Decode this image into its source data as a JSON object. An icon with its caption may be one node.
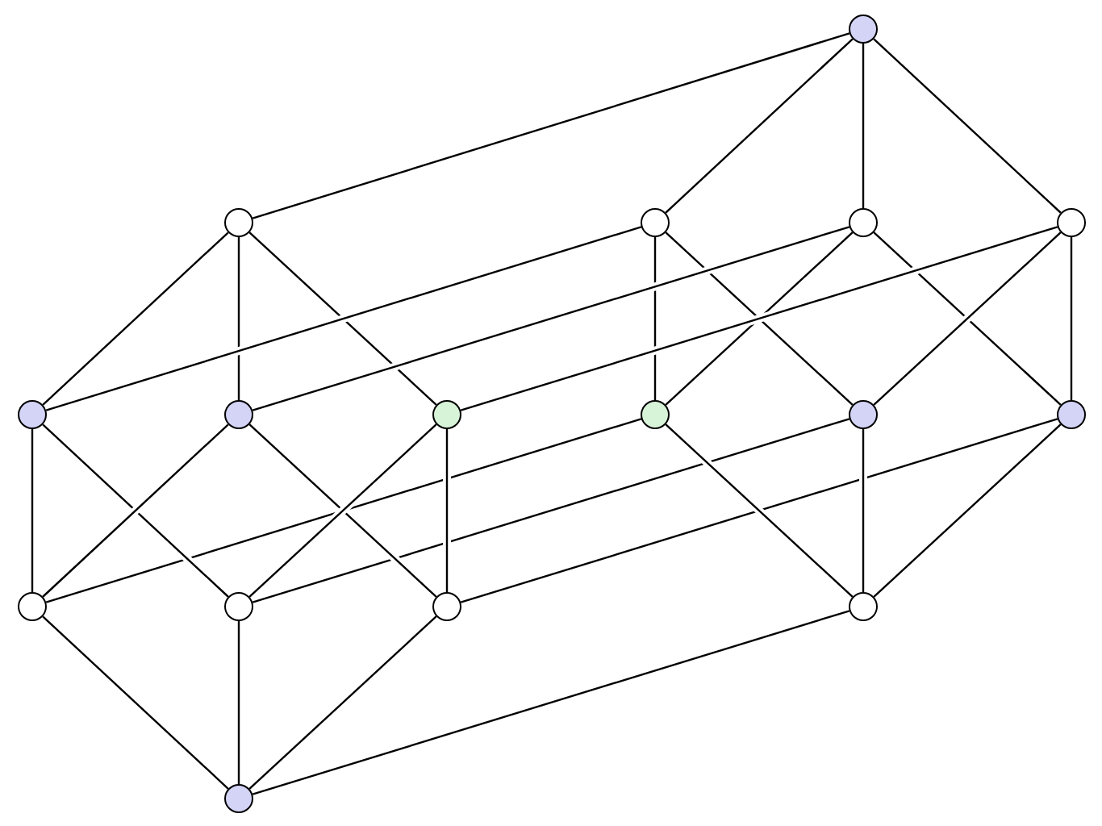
{
  "diagram": {
    "nodes": [
      {
        "text": [],
        "shape": "circle"
      },
      {
        "text": [],
        "shape": "circle"
      },
      {
        "text": [],
        "shape": "circle"
      },
      {
        "text": [],
        "shape": "circle"
      },
      {
        "text": [],
        "shape": "circle"
      },
      {
        "text": [],
        "shape": "circle"
      },
      {
        "text": [],
        "shape": "circle"
      },
      {
        "text": [],
        "shape": "circle"
      },
      {
        "text": [],
        "shape": "circle"
      },
      {
        "text": [],
        "shape": "circle"
      },
      {
        "text": [],
        "shape": "circle"
      },
      {
        "text": [],
        "shape": "circle"
      },
      {
        "text": [],
        "shape": "circle"
      },
      {
        "text": [],
        "shape": "circle"
      },
      {
        "text": [],
        "shape": "circle"
      },
      {
        "text": [],
        "shape": "circle"
      }
    ],
    "edges": [
      {
        "from": 0,
        "to": 1,
        "arrow": "none"
      },
      {
        "from": 0,
        "to": 2,
        "arrow": "none"
      },
      {
        "from": 0,
        "to": 3,
        "arrow": "none"
      },
      {
        "from": 0,
        "to": 4,
        "arrow": "none"
      },
      {
        "from": 1,
        "to": 5,
        "arrow": "none"
      },
      {
        "from": 1,
        "to": 6,
        "arrow": "none"
      },
      {
        "from": 1,
        "to": 7,
        "arrow": "none"
      },
      {
        "from": 2,
        "to": 8,
        "arrow": "none"
      },
      {
        "from": 2,
        "to": 9,
        "arrow": "none"
      },
      {
        "from": 3,
        "to": 8,
        "arrow": "none"
      },
      {
        "from": 3,
        "to": 10,
        "arrow": "none"
      },
      {
        "from": 4,
        "to": 9,
        "arrow": "none"
      },
      {
        "from": 4,
        "to": 10,
        "arrow": "none"
      },
      {
        "from": 5,
        "to": 2,
        "arrow": "none"
      },
      {
        "from": 6,
        "to": 3,
        "arrow": "none"
      },
      {
        "from": 7,
        "to": 4,
        "arrow": "none"
      },
      {
        "from": 11,
        "to": 8,
        "arrow": "none"
      },
      {
        "from": 12,
        "to": 9,
        "arrow": "none"
      },
      {
        "from": 13,
        "to": 10,
        "arrow": "none"
      },
      {
        "from": 15,
        "to": 14,
        "arrow": "none"
      },
      {
        "from": 5,
        "to": 11,
        "arrow": "none"
      },
      {
        "from": 5,
        "to": 12,
        "arrow": "none"
      },
      {
        "from": 6,
        "to": 11,
        "arrow": "none"
      },
      {
        "from": 6,
        "to": 13,
        "arrow": "none"
      },
      {
        "from": 7,
        "to": 12,
        "arrow": "none"
      },
      {
        "from": 7,
        "to": 13,
        "arrow": "none"
      },
      {
        "from": 11,
        "to": 15,
        "arrow": "none"
      },
      {
        "from": 12,
        "to": 15,
        "arrow": "none"
      },
      {
        "from": 13,
        "to": 15,
        "arrow": "none"
      },
      {
        "from": 9,
        "to": 14,
        "arrow": "none"
      },
      {
        "from": 8,
        "to": 14,
        "arrow": "none"
      },
      {
        "from": 10,
        "to": 14,
        "arrow": "none"
      }
    ]
  }
}
